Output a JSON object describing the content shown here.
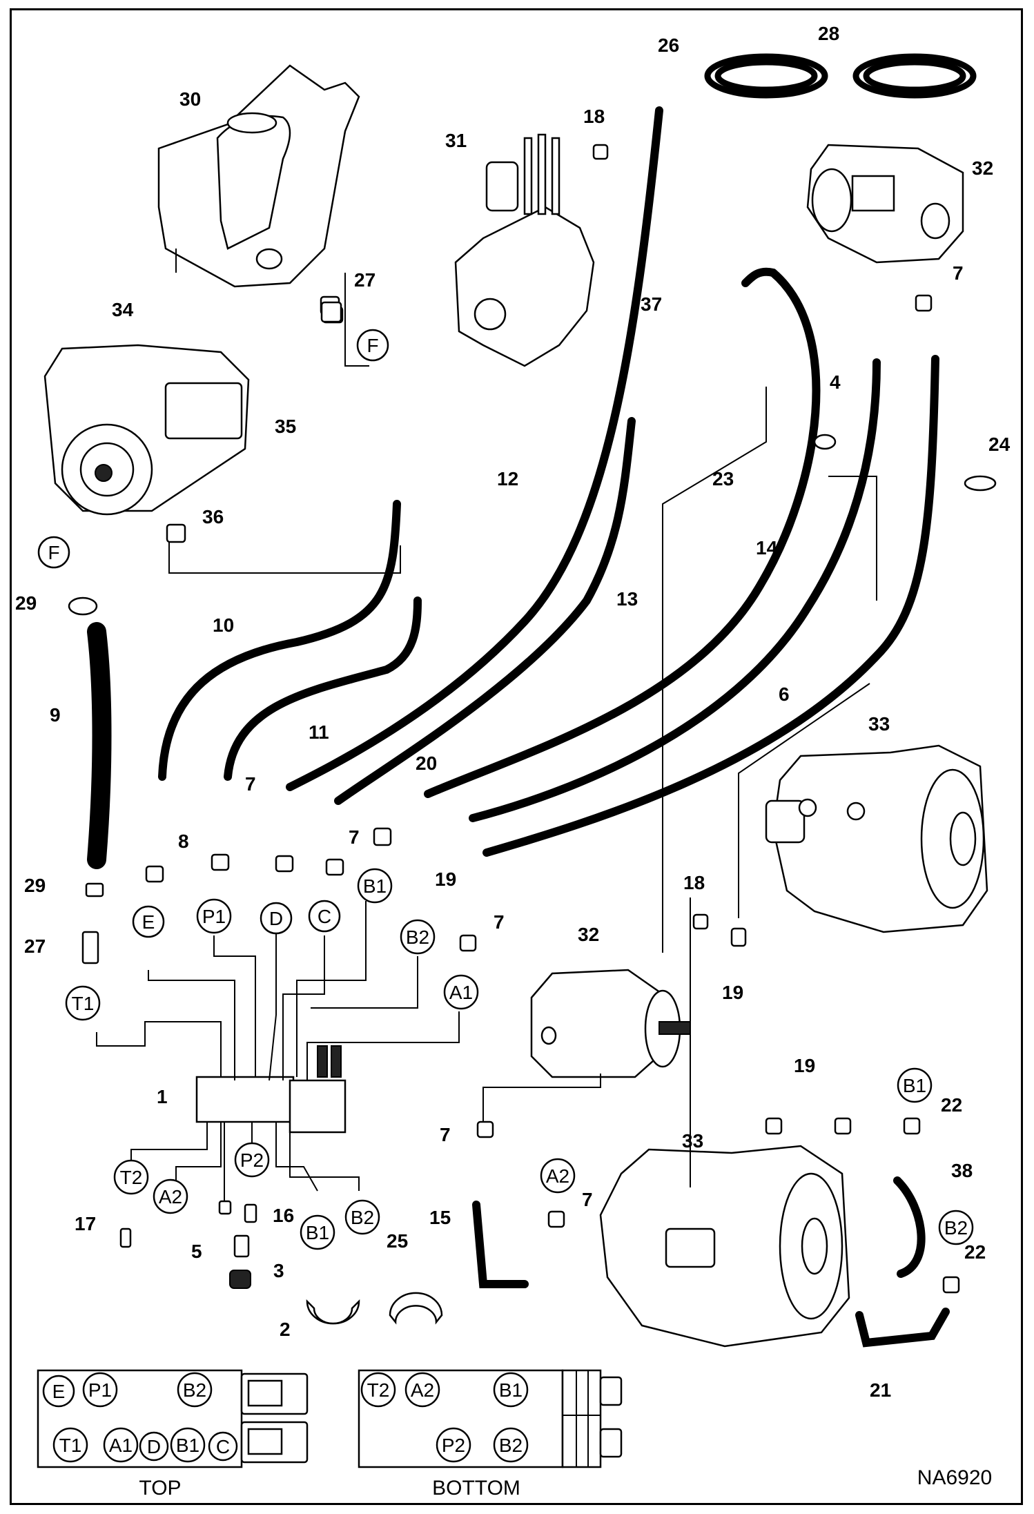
{
  "diagram": {
    "drawing_id": "NA6920",
    "views": {
      "top": "TOP",
      "bottom": "BOTTOM"
    },
    "callouts": {
      "n1": "1",
      "n2": "2",
      "n3": "3",
      "n4": "4",
      "n5": "5",
      "n6": "6",
      "n7a": "7",
      "n7b": "7",
      "n7c": "7",
      "n7d": "7",
      "n7e": "7",
      "n7f": "7",
      "n8": "8",
      "n9": "9",
      "n10": "10",
      "n11": "11",
      "n12": "12",
      "n13": "13",
      "n14": "14",
      "n15": "15",
      "n16": "16",
      "n17": "17",
      "n18a": "18",
      "n18b": "18",
      "n19a": "19",
      "n19b": "19",
      "n19c": "19",
      "n20": "20",
      "n21": "21",
      "n22a": "22",
      "n22b": "22",
      "n23": "23",
      "n24": "24",
      "n25": "25",
      "n26": "26",
      "n27a": "27",
      "n27b": "27",
      "n28": "28",
      "n29a": "29",
      "n29b": "29",
      "n30": "30",
      "n31": "31",
      "n32a": "32",
      "n32b": "32",
      "n33a": "33",
      "n33b": "33",
      "n34": "34",
      "n35": "35",
      "n36": "36",
      "n37": "37",
      "n38": "38"
    },
    "port_labels": {
      "f1": "F",
      "f2": "F",
      "e": "E",
      "p1": "P1",
      "d": "D",
      "c": "C",
      "b1": "B1",
      "b2": "B2",
      "a1": "A1",
      "t1": "T1",
      "t2": "T2",
      "a2": "A2",
      "p2": "P2",
      "b1b": "B1",
      "b2b": "B2",
      "a2b": "A2",
      "b1c": "B1",
      "b2c": "B2"
    },
    "legend_top": {
      "row1": [
        "E",
        "P1",
        "B2"
      ],
      "row2": [
        "T1",
        "A1",
        "D",
        "B1",
        "C"
      ]
    },
    "legend_bottom": {
      "row1": [
        "T2",
        "A2",
        "B1"
      ],
      "row2": [
        "P2",
        "B2"
      ]
    }
  }
}
